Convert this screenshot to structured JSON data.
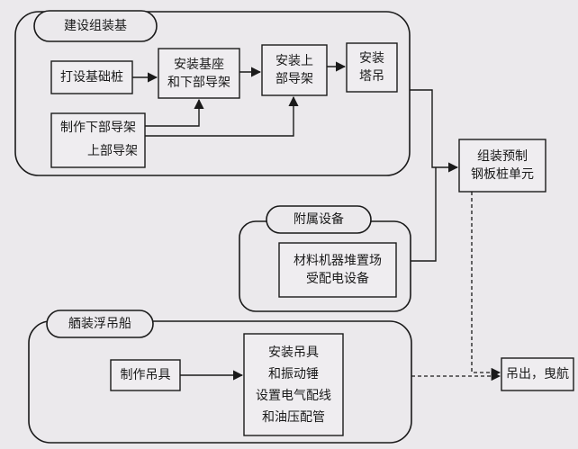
{
  "groups": {
    "build": {
      "title": "建设组装基"
    },
    "aux": {
      "title": "附属设备"
    },
    "barge": {
      "title": "舾装浮吊船"
    }
  },
  "nodes": {
    "piles": {
      "line1": "打设基础桩"
    },
    "base": {
      "line1": "安装基座",
      "line2": "和下部导架"
    },
    "upper_guide": {
      "line1": "安装上",
      "line2": "部导架"
    },
    "crane": {
      "line1": "安装",
      "line2": "塔吊"
    },
    "make_guides": {
      "line1": "制作下部导架",
      "line2": "上部导架"
    },
    "prefab": {
      "line1": "组装预制",
      "line2": "钢板桩单元"
    },
    "materials": {
      "line1": "材料机器堆置场",
      "line2": "受配电设备"
    },
    "make_rigging": {
      "line1": "制作吊具"
    },
    "install_rigging": {
      "line1": "安装吊具",
      "line2": "和振动锤",
      "line3": "设置电气配线",
      "line4": "和油压配管"
    },
    "lift": {
      "line1": "吊出，曳航"
    }
  },
  "colors": {
    "ink": "#1a1a1a",
    "paper": "#ebe9ec",
    "box": "#efedf0"
  }
}
